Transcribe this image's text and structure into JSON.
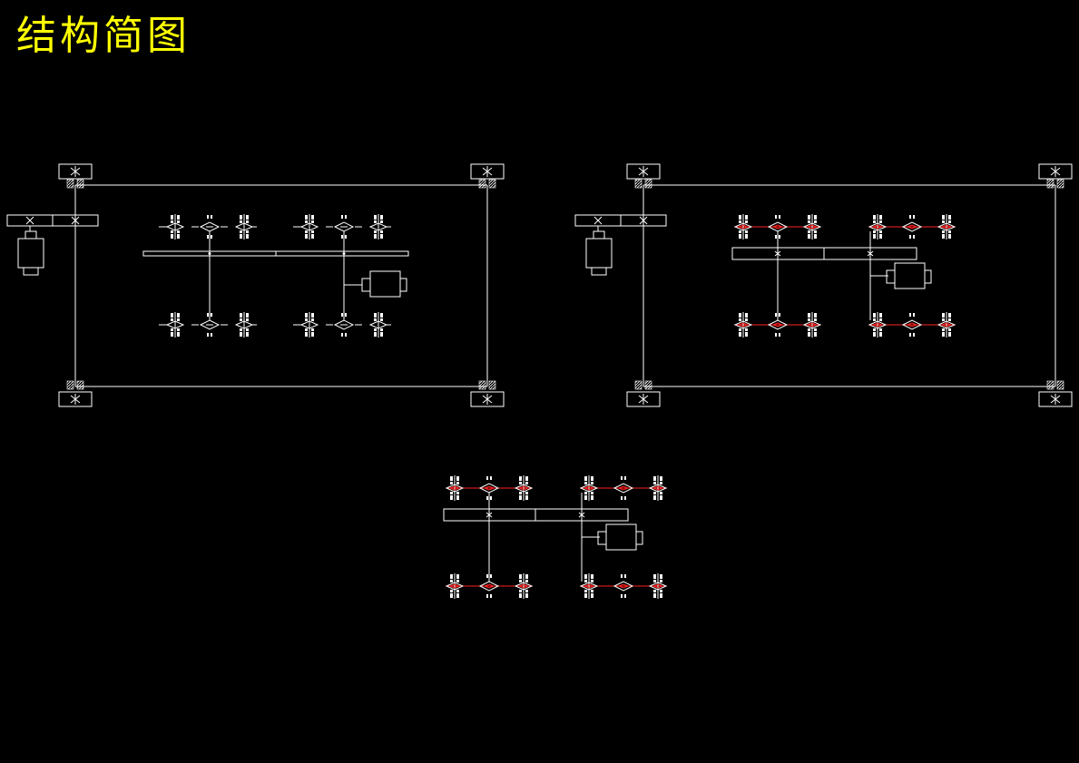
{
  "title": "结构简图",
  "colors": {
    "background": "#000000",
    "title": "#ffff00",
    "line": "#ffffff",
    "highlight": "#ff2020"
  },
  "diagrams": [
    {
      "name": "diagram-left",
      "variant": "framed",
      "gear_style": "plain"
    },
    {
      "name": "diagram-right",
      "variant": "framed",
      "gear_style": "red"
    },
    {
      "name": "diagram-bottom",
      "variant": "unframed",
      "gear_style": "red"
    }
  ]
}
